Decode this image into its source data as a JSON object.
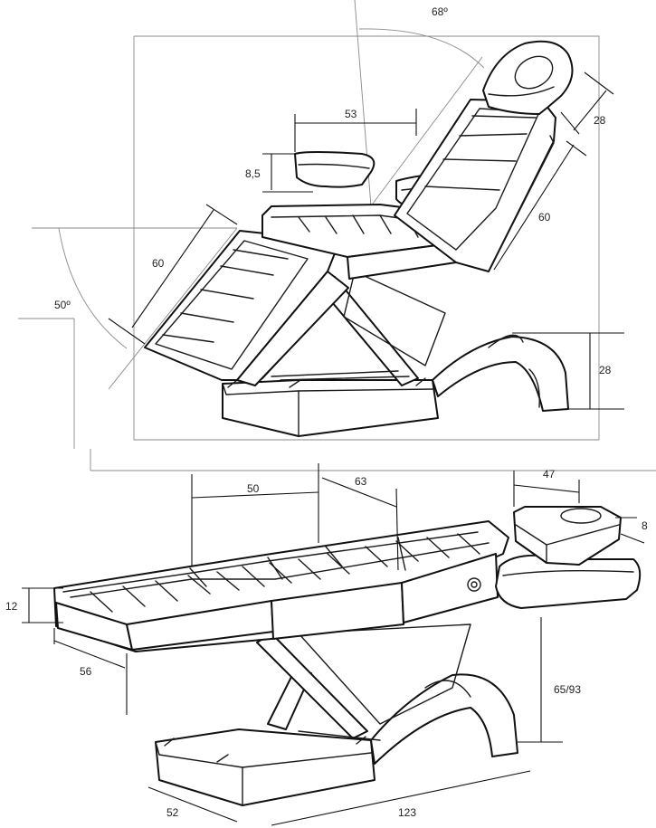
{
  "top_view": {
    "angle_back": "68º",
    "angle_leg": "50º",
    "armrest_width": "53",
    "armrest_height": "8,5",
    "headrest_length": "28",
    "backrest_length": "60",
    "legrest_length": "60",
    "base_height": "28"
  },
  "bottom_view": {
    "section_a": "50",
    "section_b": "63",
    "headrest_length": "47",
    "headrest_height": "8",
    "cushion_thickness": "12",
    "foot_section": "56",
    "seat_height_range": "65/93",
    "base_width": "52",
    "total_length": "123"
  },
  "colors": {
    "line": "#1a1a1a",
    "guide": "#8a8a8a",
    "background": "#ffffff"
  }
}
